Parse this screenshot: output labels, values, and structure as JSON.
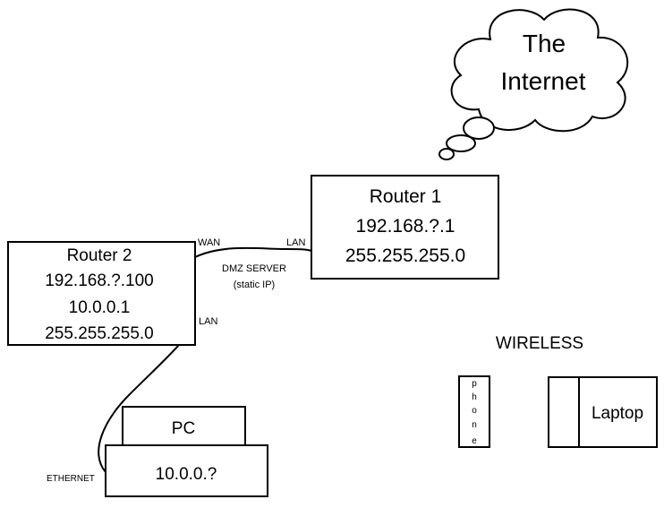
{
  "cloud": {
    "line1": "The",
    "line2": "Internet"
  },
  "router1": {
    "title": "Router 1",
    "ip": "192.168.?.1",
    "mask": "255.255.255.0"
  },
  "router2": {
    "title": "Router 2",
    "ip_wan": "192.168.?.100",
    "ip_lan": "10.0.0.1",
    "mask": "255.255.255.0"
  },
  "links": {
    "wan_label": "WAN",
    "lan_label_r1": "LAN",
    "lan_label_r2": "LAN",
    "dmz_line1": "DMZ SERVER",
    "dmz_line2": "(static IP)",
    "ethernet_label": "ETHERNET"
  },
  "pc": {
    "label": "PC",
    "ip": "10.0.0.?"
  },
  "wireless": {
    "label": "WIRELESS",
    "phone_letters": [
      "p",
      "h",
      "o",
      "n",
      "e"
    ],
    "laptop_label": "Laptop"
  }
}
